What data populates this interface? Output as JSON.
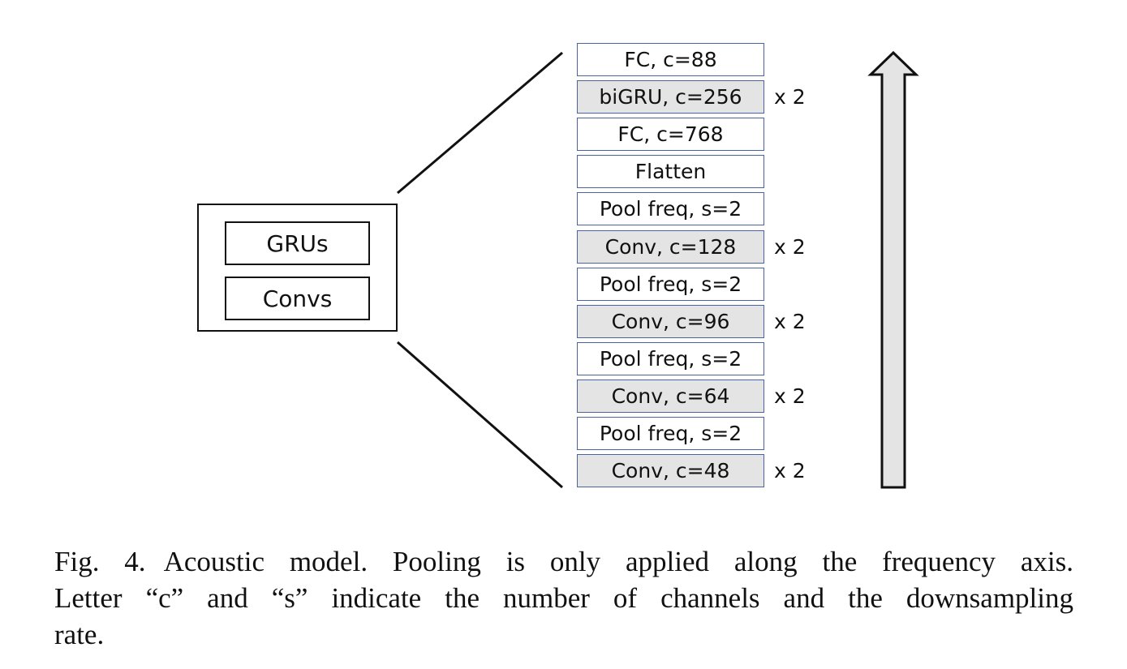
{
  "overview": {
    "blocks": [
      "GRUs",
      "Convs"
    ]
  },
  "layers": [
    {
      "label": "FC, c=88",
      "shaded": false,
      "repeat": ""
    },
    {
      "label": "biGRU, c=256",
      "shaded": true,
      "repeat": "x 2"
    },
    {
      "label": "FC, c=768",
      "shaded": false,
      "repeat": ""
    },
    {
      "label": "Flatten",
      "shaded": false,
      "repeat": ""
    },
    {
      "label": "Pool freq, s=2",
      "shaded": false,
      "repeat": ""
    },
    {
      "label": "Conv, c=128",
      "shaded": true,
      "repeat": "x 2"
    },
    {
      "label": "Pool freq, s=2",
      "shaded": false,
      "repeat": ""
    },
    {
      "label": "Conv, c=96",
      "shaded": true,
      "repeat": "x 2"
    },
    {
      "label": "Pool freq, s=2",
      "shaded": false,
      "repeat": ""
    },
    {
      "label": "Conv, c=64",
      "shaded": true,
      "repeat": "x 2"
    },
    {
      "label": "Pool freq, s=2",
      "shaded": false,
      "repeat": ""
    },
    {
      "label": "Conv, c=48",
      "shaded": true,
      "repeat": "x 2"
    }
  ],
  "colors": {
    "layer_border": "#4a62a0",
    "shaded_fill": "#e4e4e4",
    "arrow_fill": "#e4e4e4"
  },
  "caption": {
    "label": "Fig. 4.",
    "line1": "Acoustic model. Pooling is only applied along the frequency axis.",
    "line2": "Letter “c” and “s” indicate the number of channels and the downsampling",
    "line3": "rate."
  }
}
